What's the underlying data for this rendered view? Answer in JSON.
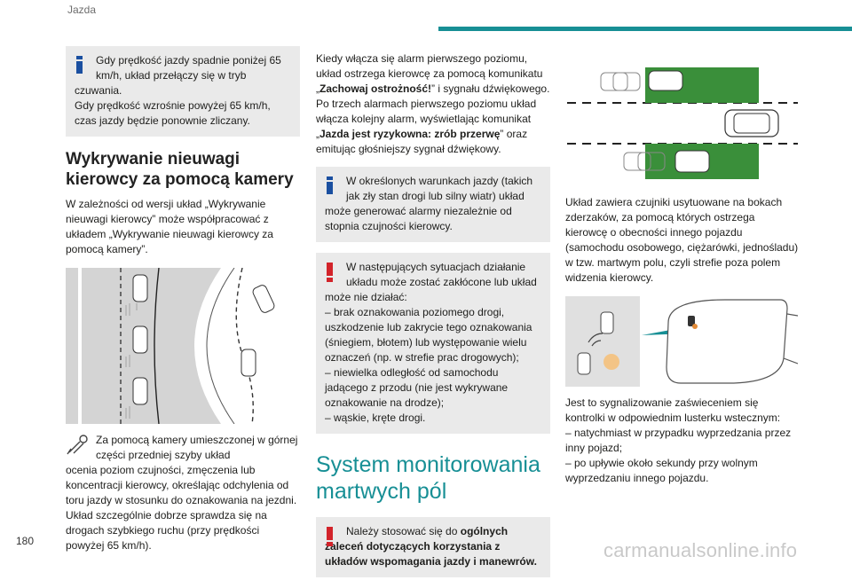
{
  "header": {
    "section": "Jazda",
    "accent": "#178f95"
  },
  "page_number": "180",
  "watermark": "carmanualsonline.info",
  "col1": {
    "info_note": {
      "first": "Gdy prędkość jazdy spadnie poniżej 65 km/h, układ przełączy się w tryb",
      "rest": "czuwania.\nGdy prędkość wzrośnie powyżej 65 km/h, czas jazdy będzie ponownie zliczany."
    },
    "heading": "Wykrywanie nieuwagi kierowcy za pomocą kamery",
    "intro": "W zależności od wersji układ „Wykrywanie nieuwagi kierowcy” może współpracować z układem „Wykrywanie nieuwagi kierowcy za pomocą kamery”.",
    "camera_text_first": "Za pomocą kamery umieszczonej w górnej części przedniej szyby układ",
    "camera_text_rest": "ocenia poziom czujności, zmęczenia lub koncentracji kierowcy, określając odchylenia od toru jazdy w stosunku do oznakowania na jezdni.\nUkład szczególnie dobrze sprawdza się na drogach szybkiego ruchu (przy prędkości powyżej 65 km/h)."
  },
  "col2": {
    "p1_a": "Kiedy włącza się alarm pierwszego poziomu, układ ostrzega kierowcę za pomocą komunikatu „",
    "p1_b": "Zachowaj ostrożność!",
    "p1_c": "” i sygnału dźwiękowego.",
    "p2_a": "Po trzech alarmach pierwszego poziomu układ włącza kolejny alarm, wyświetlając komunikat „",
    "p2_b": "Jazda jest ryzykowna: zrób przerwę",
    "p2_c": "” oraz emitując głośniejszy sygnał dźwiękowy.",
    "info_note": {
      "first": "W określonych warunkach jazdy (takich jak zły stan drogi lub silny wiatr) układ",
      "rest": "może generować alarmy niezależnie od stopnia czujności kierowcy."
    },
    "warn_note": {
      "first": "W następujących sytuacjach działanie układu może zostać zakłócone lub układ",
      "rest": "może nie działać:\n– brak oznakowania poziomego drogi, uszkodzenie lub zakrycie tego oznakowania (śniegiem, błotem) lub występowanie wielu oznaczeń (np. w strefie prac drogowych);\n– niewielka odległość od samochodu jadącego z przodu (nie jest wykrywane oznakowanie na drodze);\n– wąskie, kręte drogi."
    },
    "heading": "System monitorowania martwych pól",
    "warn2": {
      "first_a": "Należy stosować się do ",
      "first_b": "ogólnych",
      "rest": "zaleceń dotyczących korzystania z układów wspomagania jazdy i manewrów."
    }
  },
  "col3": {
    "p1": "Układ zawiera czujniki usytuowane na bokach zderzaków, za pomocą których ostrzega kierowcę o obecności innego pojazdu (samochodu osobowego, ciężarówki, jednośladu) w tzw. martwym polu, czyli strefie poza polem widzenia kierowcy.",
    "p2": "Jest to sygnalizowanie zaświeceniem się kontrolki w odpowiednim lusterku wstecznym:\n– natychmiast w przypadku wyprzedzania przez inny pojazd;\n– po upływie około sekundy przy wolnym wyprzedzaniu innego pojazdu."
  },
  "colors": {
    "info_blue": "#1a4fa0",
    "warn_red": "#d2232a",
    "note_bg": "#eaeaea",
    "zone_green": "#3a8f3a"
  }
}
